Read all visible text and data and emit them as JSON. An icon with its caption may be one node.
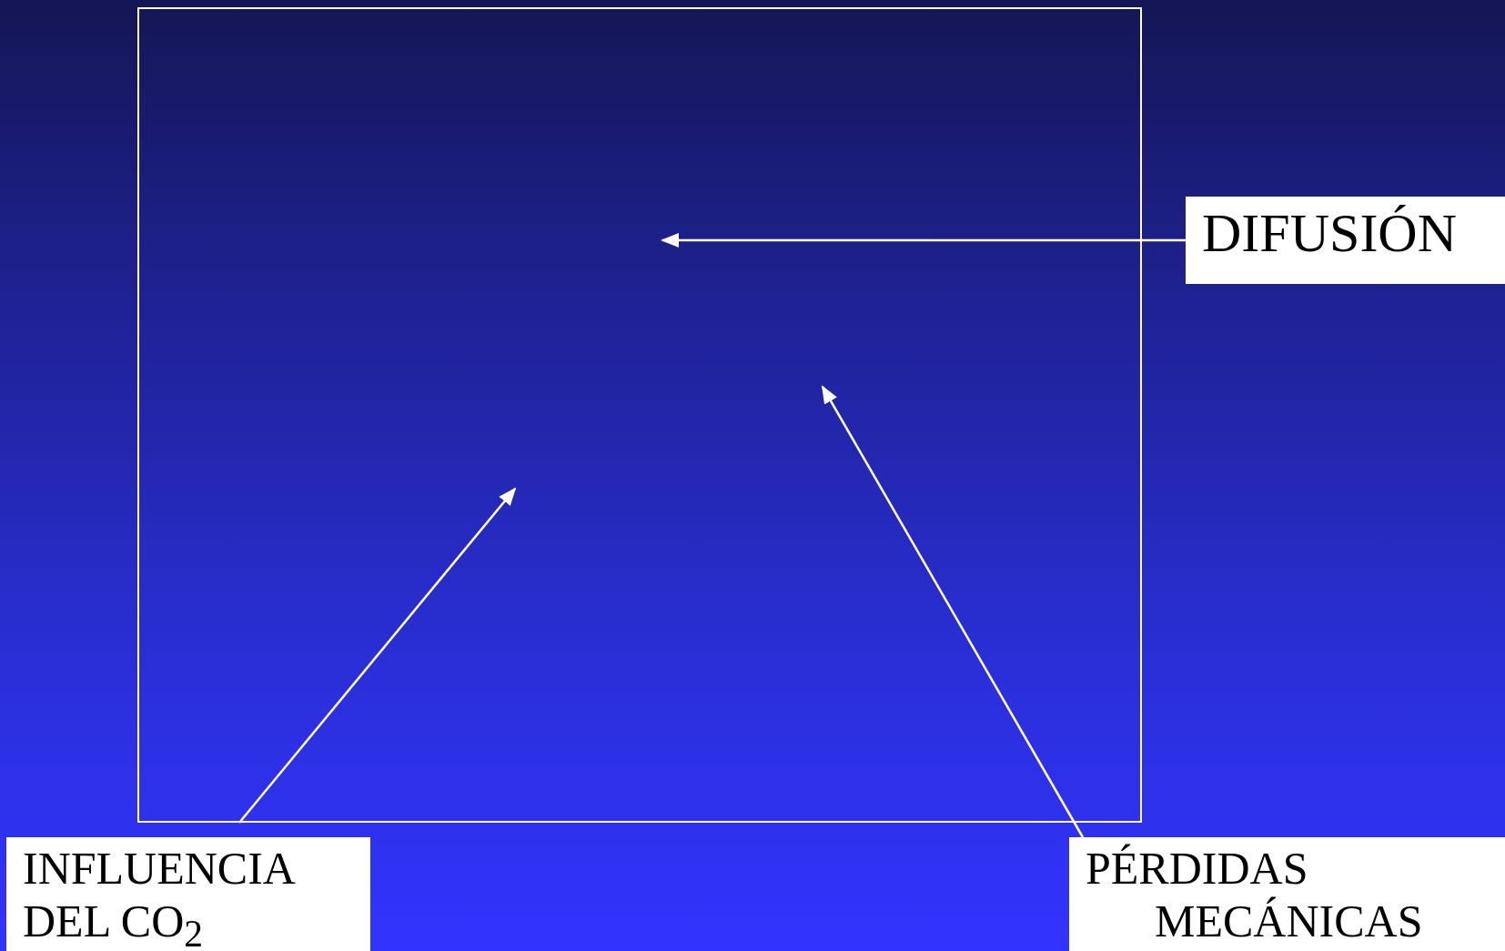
{
  "diagram": {
    "nodes": [
      {
        "text": [],
        "shape": "box"
      },
      {
        "text": [
          "DIFUSIÓN"
        ]
      },
      {
        "text": [
          "INFLUENCIA DEL CO$_{2}$"
        ]
      },
      {
        "text": [
          "PÉRDIDAS MECÁNICAS"
        ]
      }
    ],
    "edges": [
      {
        "from": 1,
        "to": 0,
        "arrow": "to"
      },
      {
        "from": 2,
        "to": 0,
        "arrow": "to"
      },
      {
        "from": 3,
        "to": 0,
        "arrow": "to"
      }
    ]
  }
}
